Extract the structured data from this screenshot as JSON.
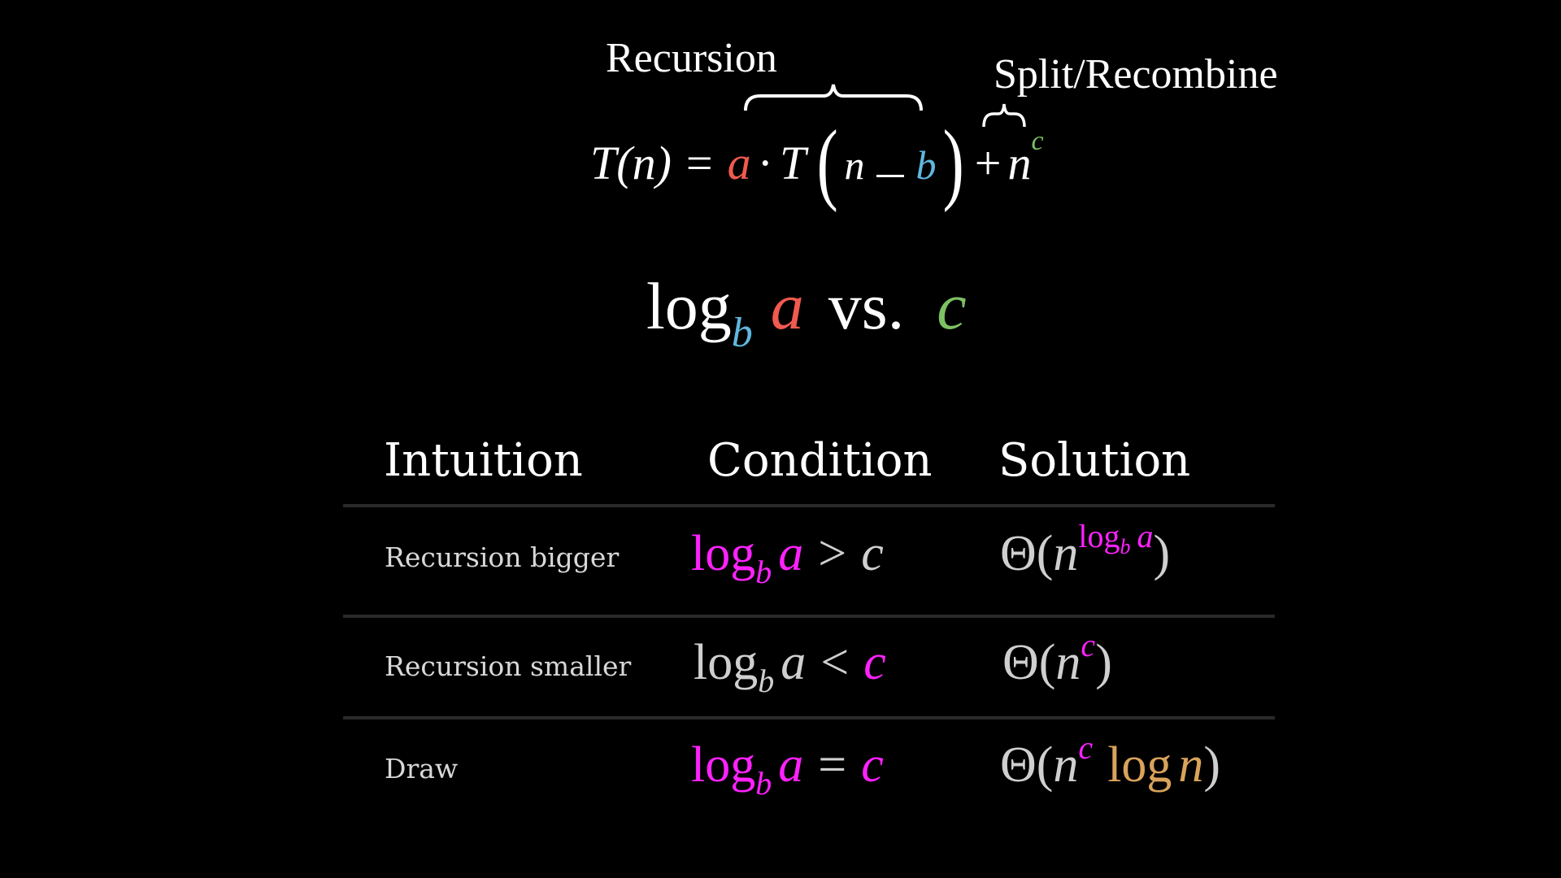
{
  "header": {
    "recursion_label": "Recursion",
    "split_label": "Split/Recombine"
  },
  "equation": {
    "lhs": "T(n)",
    "equals": "=",
    "a": "a",
    "dot": "·",
    "T": "T",
    "frac_num": "n",
    "frac_den": "b",
    "plus": "+",
    "n": "n",
    "c": "c"
  },
  "comparison": {
    "log": "log",
    "base": "b",
    "a": "a",
    "vs": "vs.",
    "c": "c"
  },
  "table": {
    "headers": [
      "Intuition",
      "Condition",
      "Solution"
    ],
    "rows": [
      {
        "intuition": "Recursion bigger",
        "condition": {
          "log": "log",
          "base": "b",
          "a": "a",
          "op": ">",
          "c": "c"
        },
        "solution": {
          "theta": "Θ(",
          "n": "n",
          "exp_log": "log",
          "exp_base": "b",
          "exp_a": "a",
          "close": ")"
        }
      },
      {
        "intuition": "Recursion smaller",
        "condition": {
          "log": "log",
          "base": "b",
          "a": "a",
          "op": "<",
          "c": "c"
        },
        "solution": {
          "theta": "Θ(",
          "n": "n",
          "exp": "c",
          "close": ")"
        }
      },
      {
        "intuition": "Draw",
        "condition": {
          "log": "log",
          "base": "b",
          "a": "a",
          "op": "=",
          "c": "c"
        },
        "solution": {
          "theta": "Θ(",
          "n": "n",
          "exp": "c",
          "log": "log",
          "log_n": "n",
          "close": ")"
        }
      }
    ]
  },
  "colors": {
    "a": "#f05a4f",
    "b": "#5fb8e0",
    "c": "#7cc163",
    "highlight": "#ff22ff",
    "log_n": "#d9a35b"
  }
}
